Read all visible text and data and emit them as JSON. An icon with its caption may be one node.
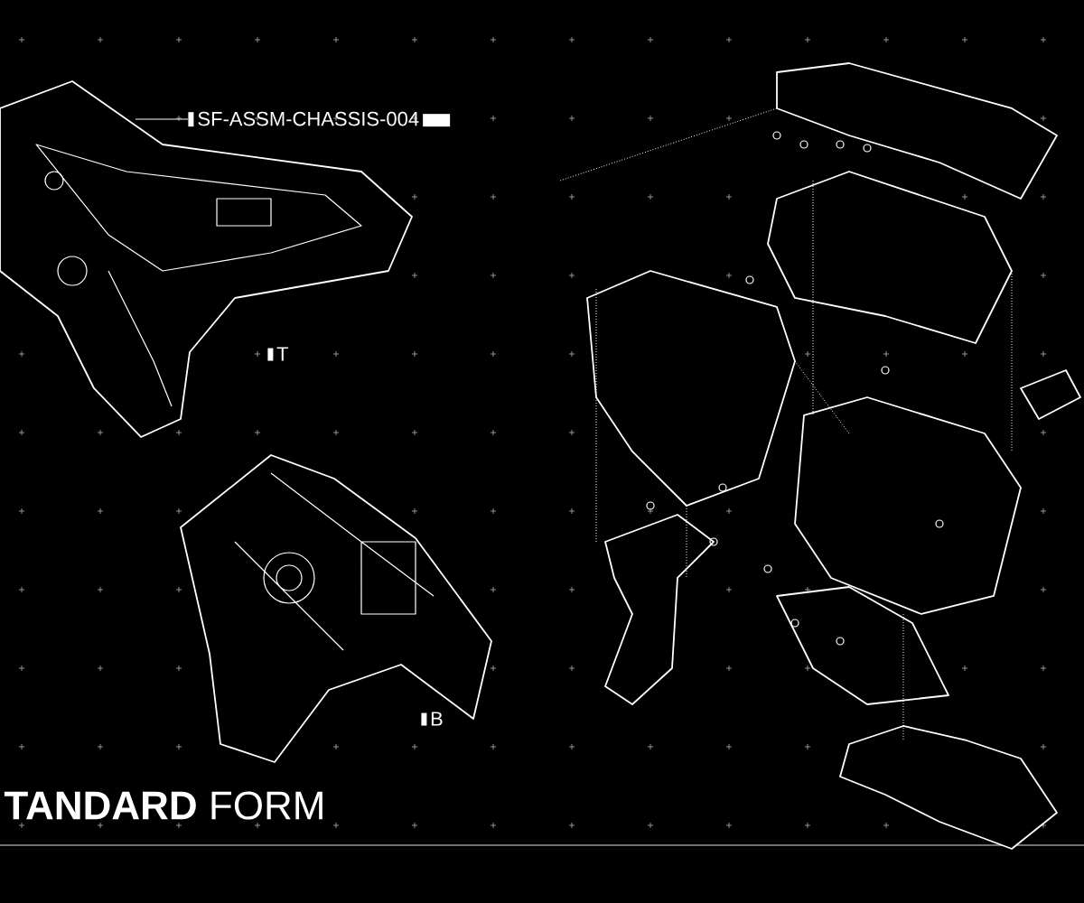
{
  "diagram": {
    "title": "**TANDARD** FORM",
    "labels": [
      "SF-ASSM-CHASSIS-004",
      "T",
      "B"
    ]
  }
}
